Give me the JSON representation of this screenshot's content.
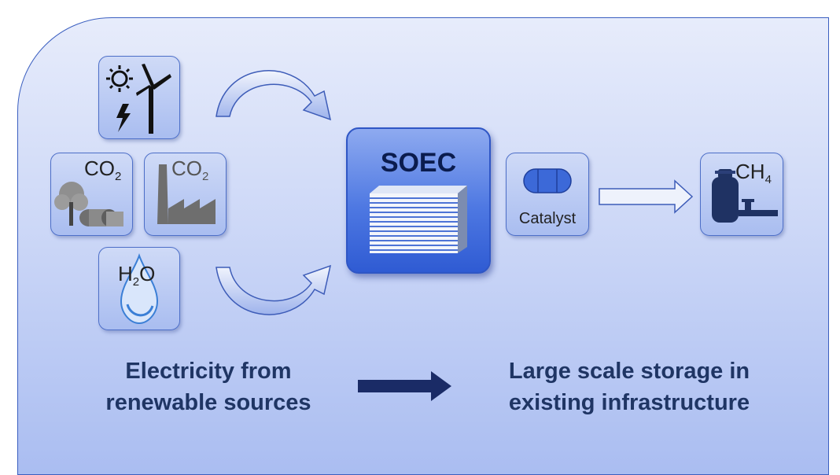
{
  "inputs": {
    "biomass_label": "CO",
    "biomass_sub": "2",
    "industry_label": "CO",
    "industry_sub": "2",
    "water_label_h": "H",
    "water_sub": "2",
    "water_label_o": "O"
  },
  "center": {
    "soec_label": "SOEC"
  },
  "catalyst": {
    "label": "Catalyst"
  },
  "output": {
    "label": "CH",
    "sub": "4"
  },
  "captions": {
    "left_line1": "Electricity from",
    "left_line2": "renewable sources",
    "right_line1": "Large scale storage in",
    "right_line2": "existing infrastructure"
  },
  "colors": {
    "panel_border": "#3b5fc0",
    "soec_fill": "#3f6ade",
    "caption_text": "#1f3564",
    "dark_arrow": "#1a2b66"
  },
  "icons": [
    "sun-icon",
    "wind-turbine-icon",
    "lightning-icon",
    "tree-icon",
    "hay-bales-icon",
    "factory-icon",
    "water-drop-icon",
    "gas-tank-icon",
    "pipe-icon"
  ]
}
